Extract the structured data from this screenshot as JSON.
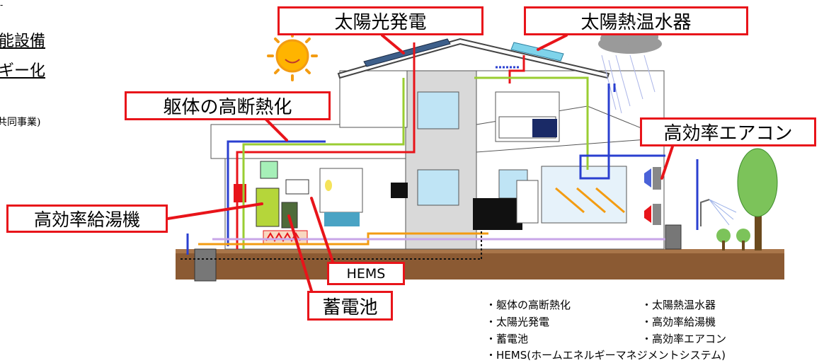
{
  "left_text": {
    "line1": "能設備",
    "line2": "ギー化",
    "line3": "共同事業)"
  },
  "callouts": {
    "solar": "太陽光発電",
    "thermal": "太陽熱温水器",
    "insulation": "躯体の高断熱化",
    "aircon": "高効率エアコン",
    "water_heater": "高効率給湯機",
    "hems": "HEMS",
    "battery": "蓄電池"
  },
  "legend": {
    "col1": [
      "・躯体の高断熱化",
      "・太陽光発電",
      "・蓄電池"
    ],
    "col2": [
      "・太陽熱温水器",
      "・高効率給湯機",
      "・高効率エアコン"
    ],
    "full": "・HEMS(ホームエネルギーマネジメントシステム)"
  },
  "colors": {
    "callout_border": "#e8141a",
    "ground": "#8b5a33",
    "electric_line": "#e8141a",
    "water_line": "#2a3fd0",
    "green_line": "#9acd32",
    "sun": "#f39c12"
  }
}
